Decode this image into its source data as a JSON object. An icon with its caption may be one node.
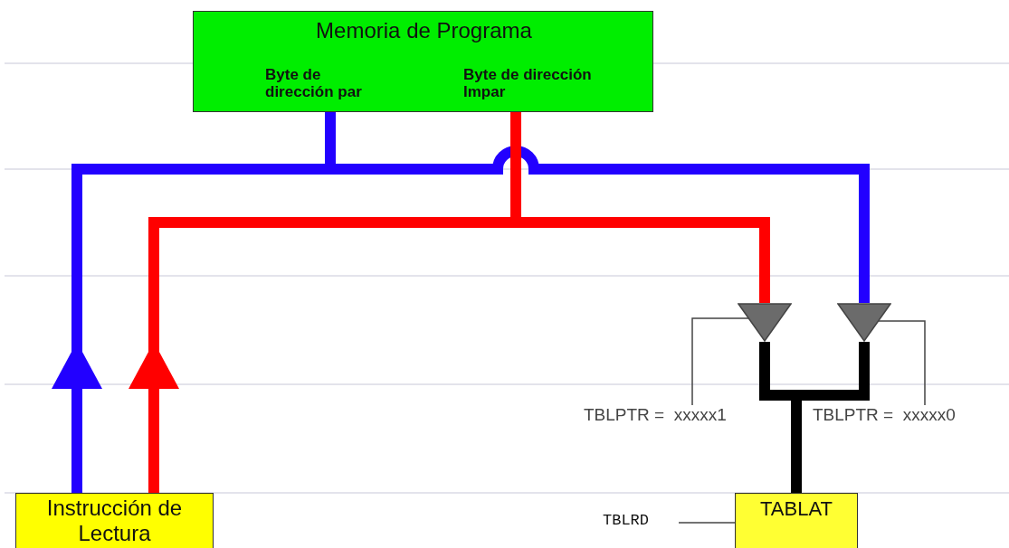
{
  "diagram": {
    "nodes": [
      {
        "text": [
          "Memoria de Programa",
          "Byte de dirección par",
          "Byte de dirección Impar"
        ]
      },
      {
        "text": [
          "Instrucción de Lectura"
        ]
      },
      {
        "text": [],
        "shape": "triangle"
      },
      {
        "text": [],
        "shape": "triangle"
      },
      {
        "text": [
          "TABLAT"
        ]
      },
      {
        "text": [
          "TBLRD"
        ]
      },
      {
        "text": [
          "TBLPTR =  xxxxx1"
        ]
      },
      {
        "text": [
          "TBLPTR =  xxxxx0"
        ]
      }
    ],
    "edges": [
      {
        "from": 1,
        "to": 0,
        "arrow": "to",
        "color": "#2200ff"
      },
      {
        "from": 0,
        "to": 3,
        "arrow": "none",
        "color": "#2200ff"
      },
      {
        "from": 1,
        "to": 0,
        "arrow": "to",
        "color": "#ff0000"
      },
      {
        "from": 0,
        "to": 2,
        "arrow": "none",
        "color": "#ff0000"
      },
      {
        "from": 2,
        "to": 4,
        "arrow": "none",
        "color": "#000000"
      },
      {
        "from": 3,
        "to": 4,
        "arrow": "none",
        "color": "#000000"
      },
      {
        "from": 6,
        "to": 2,
        "arrow": "none"
      },
      {
        "from": 7,
        "to": 3,
        "arrow": "none"
      },
      {
        "from": 5,
        "to": 4,
        "arrow": "none"
      }
    ]
  }
}
